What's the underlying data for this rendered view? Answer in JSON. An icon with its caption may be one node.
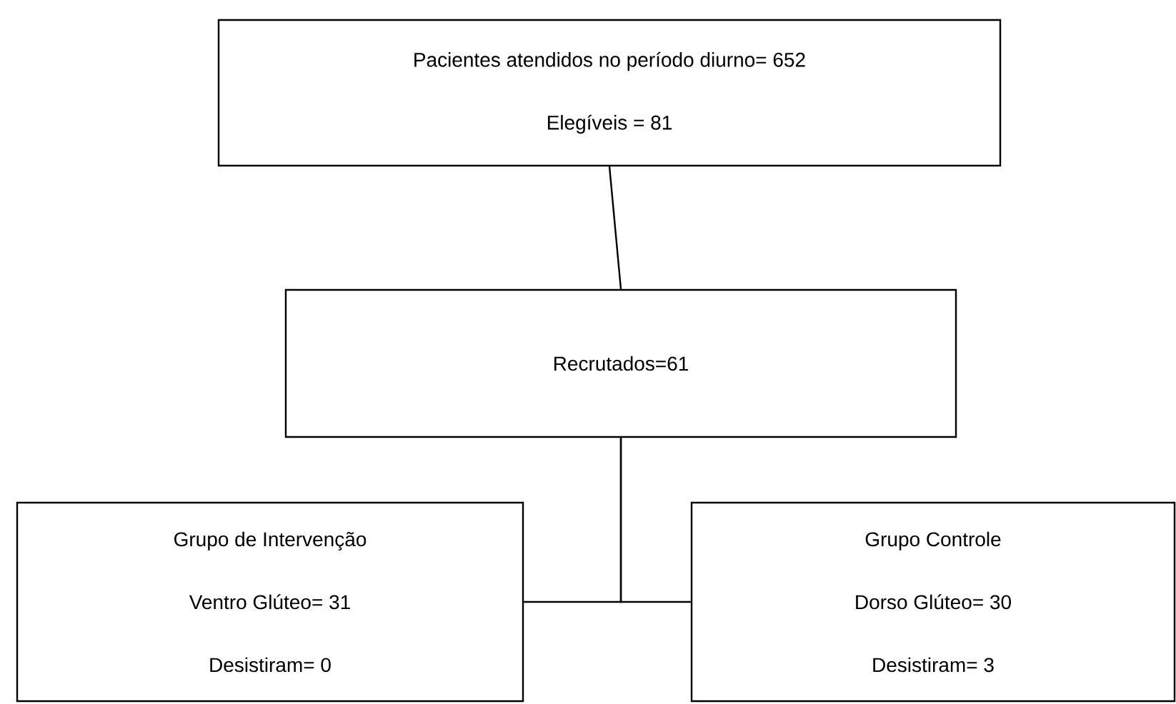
{
  "diagram": {
    "nodes": [
      {
        "text": [
          "Pacientes atendidos no período diurno= 652",
          "Elegíveis = 81"
        ]
      },
      {
        "text": [
          "Recrutados=61"
        ]
      },
      {
        "text": [
          "Grupo de Intervenção",
          "Ventro Glúteo= 31",
          "Desistiram= 0"
        ]
      },
      {
        "text": [
          "Grupo Controle",
          "Dorso Glúteo= 30",
          "Desistiram= 3"
        ]
      }
    ],
    "edges": [
      {
        "from": 0,
        "to": 1,
        "arrow": "none"
      },
      {
        "from": 1,
        "to": 2,
        "arrow": "none"
      },
      {
        "from": 1,
        "to": 3,
        "arrow": "none"
      }
    ]
  }
}
